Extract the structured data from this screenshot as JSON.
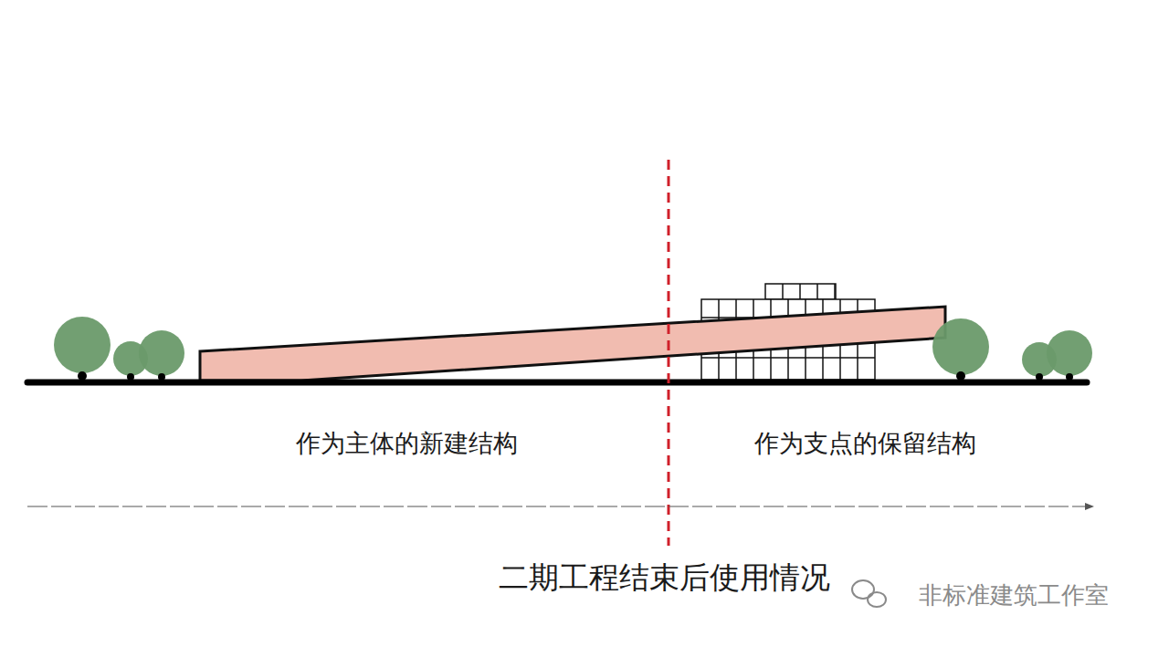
{
  "diagram": {
    "caption": "二期工程结束后使用情况",
    "labels": [
      "作为主体的新建结构",
      "作为支点的保留结构",
      "非标准建筑工作室"
    ]
  }
}
